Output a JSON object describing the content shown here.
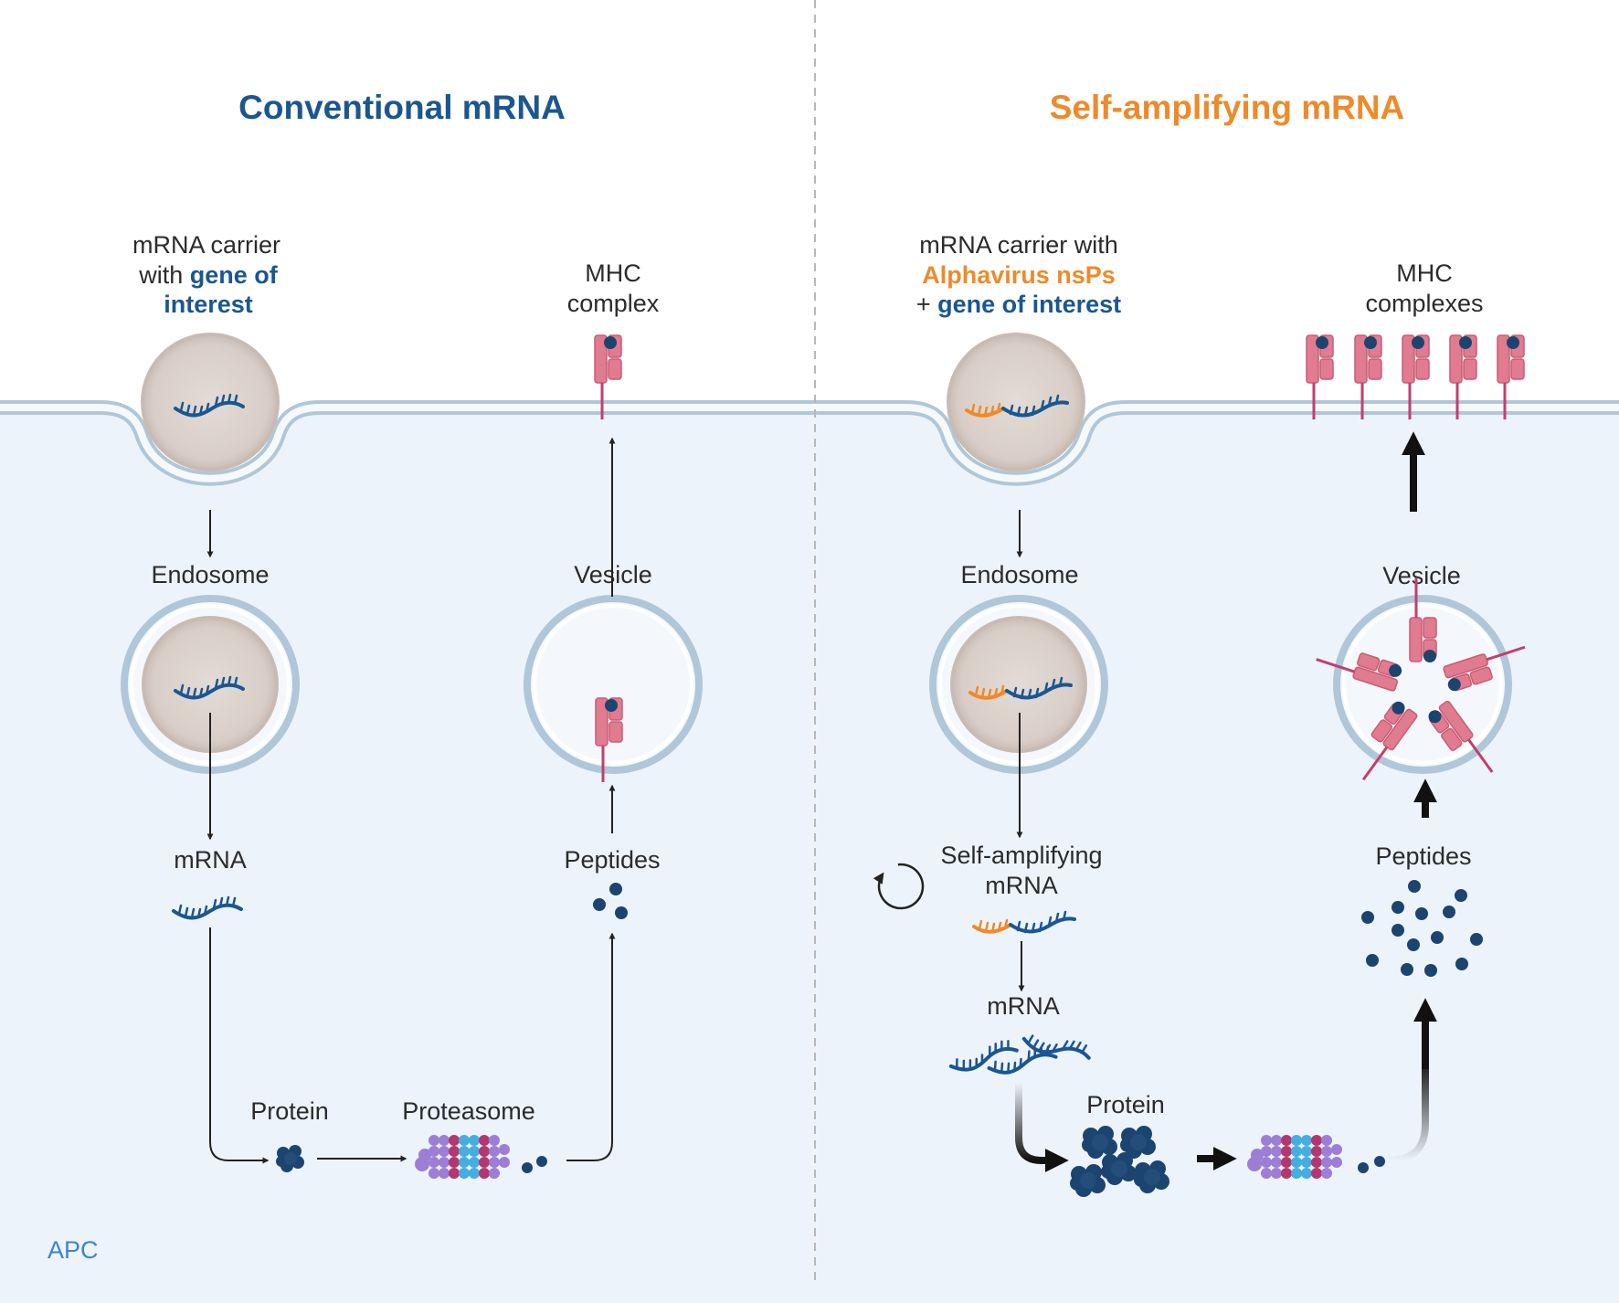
{
  "colors": {
    "cell_fill": "#edf3fb",
    "membrane": "#afc7d8",
    "conventional_accent": "#1b5691",
    "self_amplifying_accent": "#ee8a2a",
    "mhc": "#e07b90",
    "peptide": "#1c4470",
    "apc_label": "#3a86d1"
  },
  "icons": {
    "carrier": "lipid-nanoparticle-icon",
    "mrna": "mrna-strand-icon",
    "mhc": "mhc-complex-icon",
    "proteasome": "proteasome-icon",
    "protein": "protein-icon",
    "peptide": "peptide-icon",
    "amplification": "cycle-arrow-icon"
  },
  "left": {
    "title": "Conventional mRNA",
    "carrier_label": {
      "line1": "mRNA carrier",
      "line2_prefix": "with ",
      "line2_highlight": "gene of",
      "line3_highlight": "interest"
    },
    "mhc_label": {
      "line1": "MHC",
      "line2": "complex"
    },
    "endosome": "Endosome",
    "vesicle": "Vesicle",
    "mrna": "mRNA",
    "peptides": "Peptides",
    "protein": "Protein",
    "proteasome": "Proteasome",
    "apc": "APC"
  },
  "right": {
    "title": "Self-amplifying mRNA",
    "carrier_label": {
      "line1": "mRNA carrier with",
      "line2_highlight": "Alphavirus nsPs",
      "line3_prefix": "+ ",
      "line3_highlight": "gene of interest"
    },
    "mhc_label": {
      "line1": "MHC",
      "line2": "complexes"
    },
    "endosome": "Endosome",
    "vesicle": "Vesicle",
    "self_amp": {
      "line1": "Self-amplifying",
      "line2": "mRNA"
    },
    "mrna": "mRNA",
    "peptides": "Peptides",
    "protein": "Protein"
  }
}
